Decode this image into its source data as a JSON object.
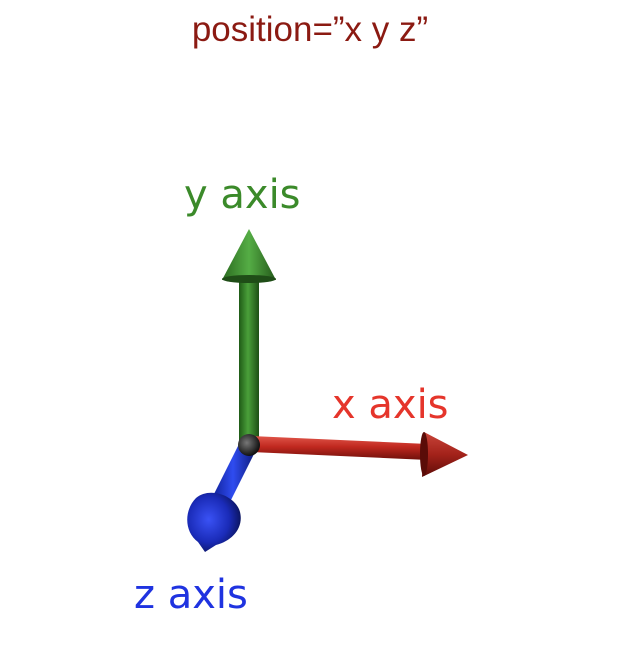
{
  "title": "position=”x y z”",
  "axes": {
    "y": {
      "label": "y axis",
      "color": "#3b8a2a"
    },
    "x": {
      "label": "x axis",
      "color": "#e5352b"
    },
    "z": {
      "label": "z axis",
      "color": "#1f33e0"
    }
  },
  "colors": {
    "title": "#8b1a12",
    "origin": "#222222"
  }
}
